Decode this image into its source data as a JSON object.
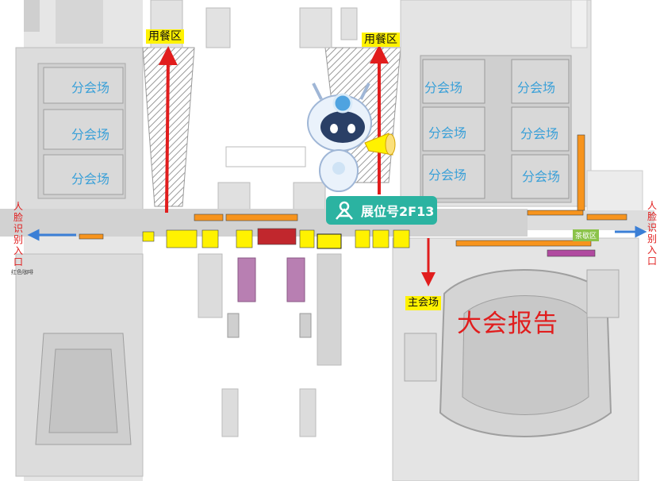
{
  "dining_areas": [
    "用餐区",
    "用餐区"
  ],
  "sub_venues": [
    "分会场",
    "分会场",
    "分会场",
    "分会场",
    "分会场",
    "分会场",
    "分会场",
    "分会场",
    "分会场"
  ],
  "booth": {
    "label": "展位号2F13",
    "icon": "exhibitor-pin-icon",
    "color": "#2bb3a1"
  },
  "main_venue": "主会场",
  "plenary": "大会报告",
  "face_entries": [
    "人脸识别入口",
    "人脸识别入口"
  ],
  "tea_break": "茶歇区",
  "cafe": "红色咖啡",
  "colors": {
    "arrow_red": "#e11d1d",
    "arrow_blue": "#3b7fd6",
    "label_yellow": "#fff200",
    "hall_text": "#3aa0d8"
  }
}
